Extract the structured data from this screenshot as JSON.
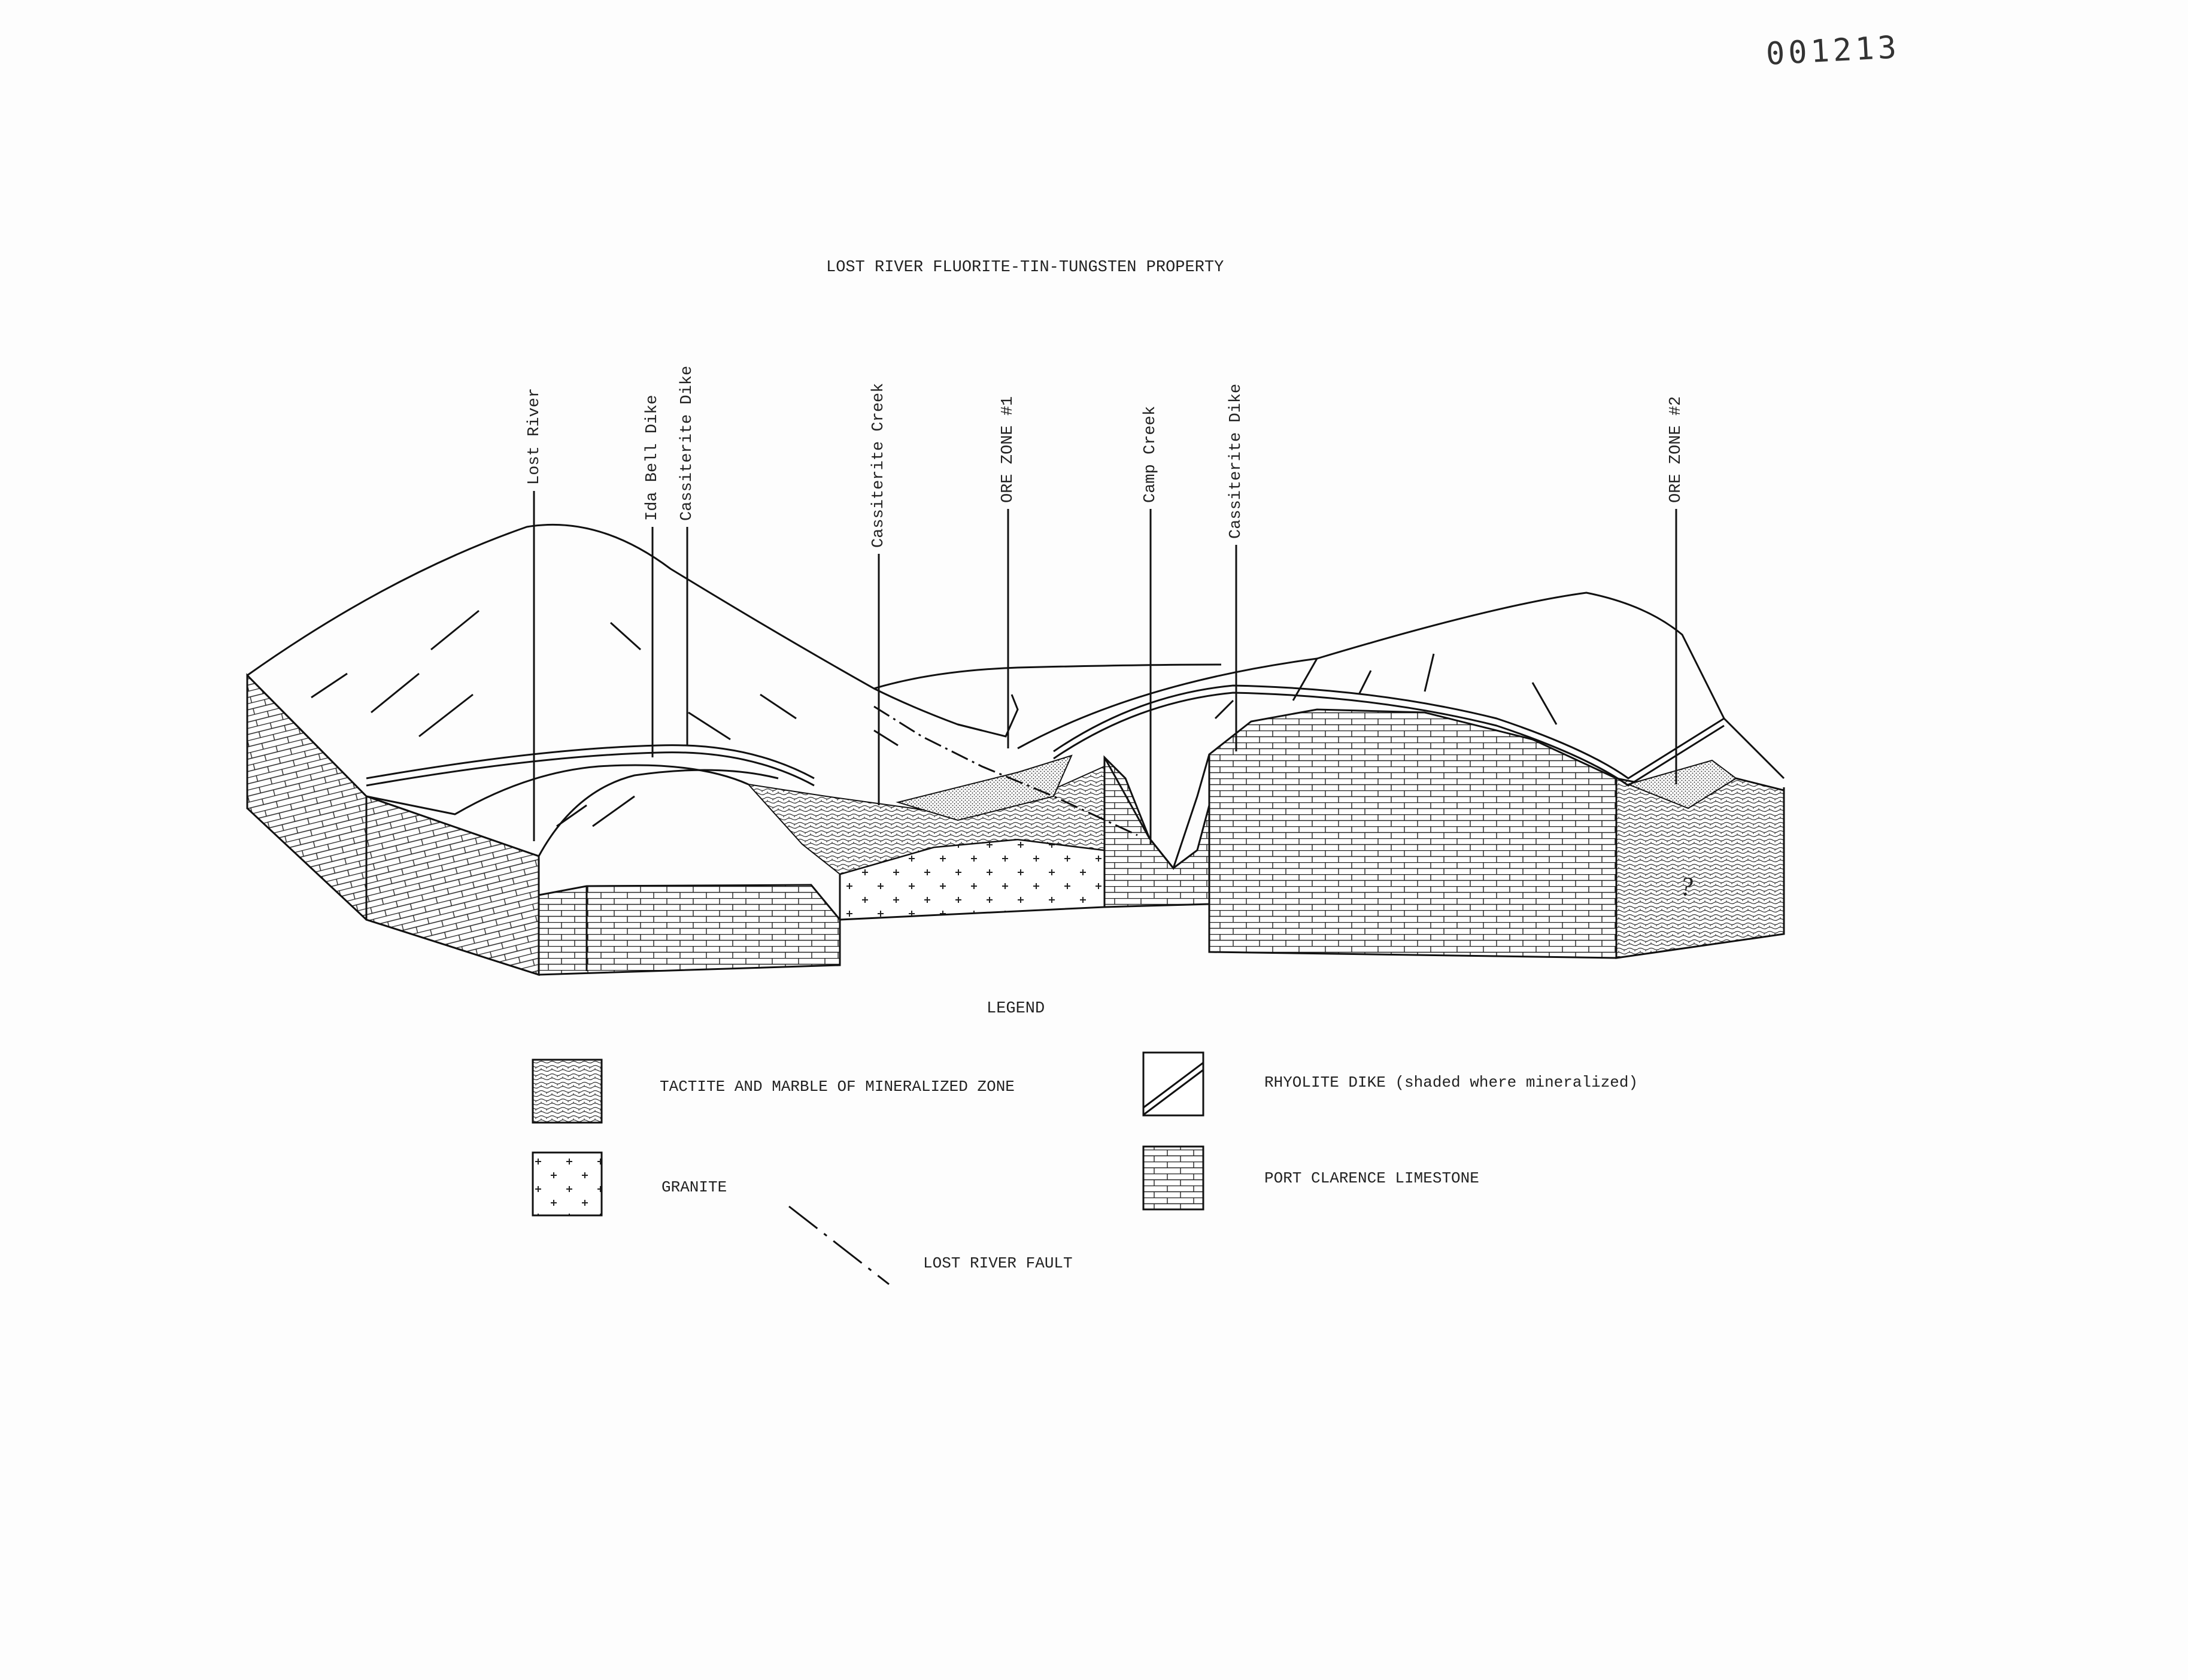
{
  "document": {
    "number": "001213",
    "title": "LOST RIVER FLUORITE-TIN-TUNGSTEN PROPERTY"
  },
  "diagram": {
    "labels": [
      {
        "id": "lost-river",
        "text": "Lost River"
      },
      {
        "id": "ida-bell-dike",
        "text": "Ida Bell Dike"
      },
      {
        "id": "cassiterite-dike-1",
        "text": "Cassiterite Dike"
      },
      {
        "id": "cassiterite-creek",
        "text": "Cassiterite Creek"
      },
      {
        "id": "ore-zone-1",
        "text": "ORE ZONE #1"
      },
      {
        "id": "camp-creek",
        "text": "Camp Creek"
      },
      {
        "id": "cassiterite-dike-2",
        "text": "Cassiterite Dike"
      },
      {
        "id": "ore-zone-2",
        "text": "ORE ZONE #2"
      }
    ],
    "uncertain_mark": "?"
  },
  "legend": {
    "title": "LEGEND",
    "items": [
      {
        "id": "tactite",
        "text": "TACTITE AND MARBLE OF MINERALIZED ZONE",
        "pattern": "tactite"
      },
      {
        "id": "rhyolite",
        "text": "RHYOLITE DIKE (shaded where mineralized)",
        "pattern": "rhyolite"
      },
      {
        "id": "granite",
        "text": "GRANITE",
        "pattern": "granite"
      },
      {
        "id": "limestone",
        "text": "PORT CLARENCE LIMESTONE",
        "pattern": "limestone"
      },
      {
        "id": "fault",
        "text": "LOST RIVER FAULT",
        "pattern": "fault-line"
      }
    ]
  },
  "colors": {
    "ink": "#1a1a1a",
    "paper": "#fdfdfd"
  }
}
